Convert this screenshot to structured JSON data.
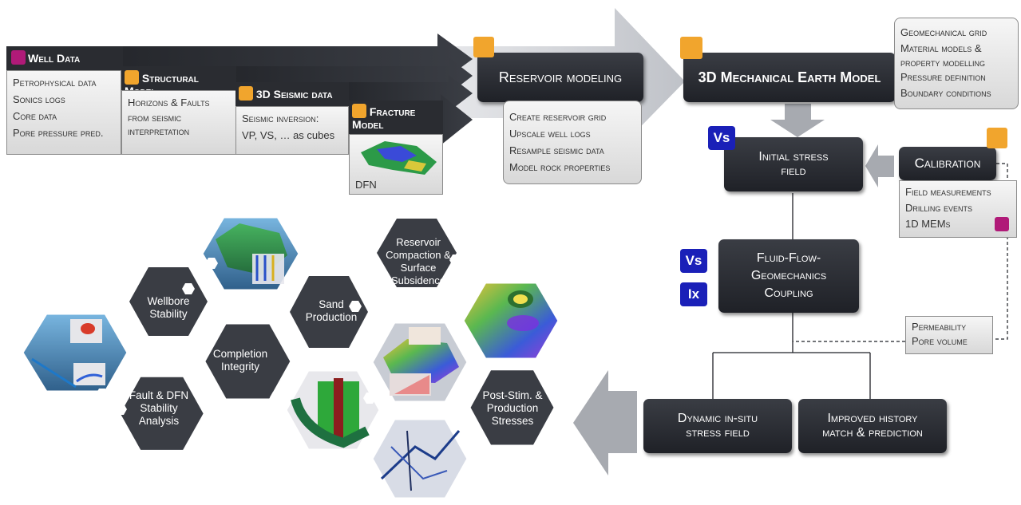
{
  "well_data": {
    "title": "Well Data",
    "items": [
      "Petrophysical data",
      "Sonics logs",
      "Core data",
      "Pore pressure pred."
    ]
  },
  "structural_model": {
    "title": "Structural Model",
    "items": [
      "Horizons & Faults",
      "from seismic interpretation"
    ]
  },
  "seismic_3d": {
    "title": "3D Seismic data",
    "items": [
      "Seismic inversion:",
      "VP, VS, … as cubes"
    ]
  },
  "fracture_model": {
    "title": "Fracture Model",
    "caption": "DFN"
  },
  "reservoir_modeling": {
    "title": "Reservoir modeling",
    "items": [
      "Create reservoir grid",
      "Upscale well logs",
      "Resample seismic data",
      "Model rock properties"
    ]
  },
  "mem": {
    "title": "3D Mechanical Earth Model",
    "items": [
      "Geomechanical grid",
      "Material models &",
      "property modelling",
      "Pressure definition",
      "Boundary conditions"
    ]
  },
  "initial_stress": {
    "title": "Initial stress field",
    "badge": "Vs"
  },
  "calibration": {
    "title": "Calibration",
    "items": [
      "Field measurements",
      "Drilling events",
      "1D MEMs"
    ]
  },
  "coupling": {
    "title": "Fluid-Flow-Geomechanics Coupling",
    "badges": [
      "Vs",
      "Ix"
    ]
  },
  "permeability": {
    "items": [
      "Permeability",
      "Pore volume"
    ]
  },
  "dynamic_stress": {
    "title": "Dynamic in-situ stress field"
  },
  "history_match": {
    "title": "Improved history match & prediction"
  },
  "hexes": [
    "Wellbore Stability",
    "Completion Integrity",
    "Fault & DFN Stability Analysis",
    "Sand Production",
    "Reservoir Compaction & Surface Subsidence",
    "Post-Stim. & Production Stresses"
  ],
  "colors": {
    "dark": "#2a2c31",
    "accent": "#f1a52d",
    "badge": "#1a20b8",
    "hex": "#3a3d44"
  }
}
